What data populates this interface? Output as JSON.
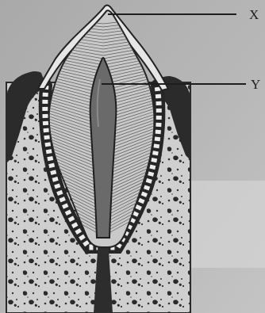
{
  "diagram": {
    "labels": [
      {
        "id": "x",
        "text": "X"
      },
      {
        "id": "y",
        "text": "Y"
      }
    ]
  }
}
